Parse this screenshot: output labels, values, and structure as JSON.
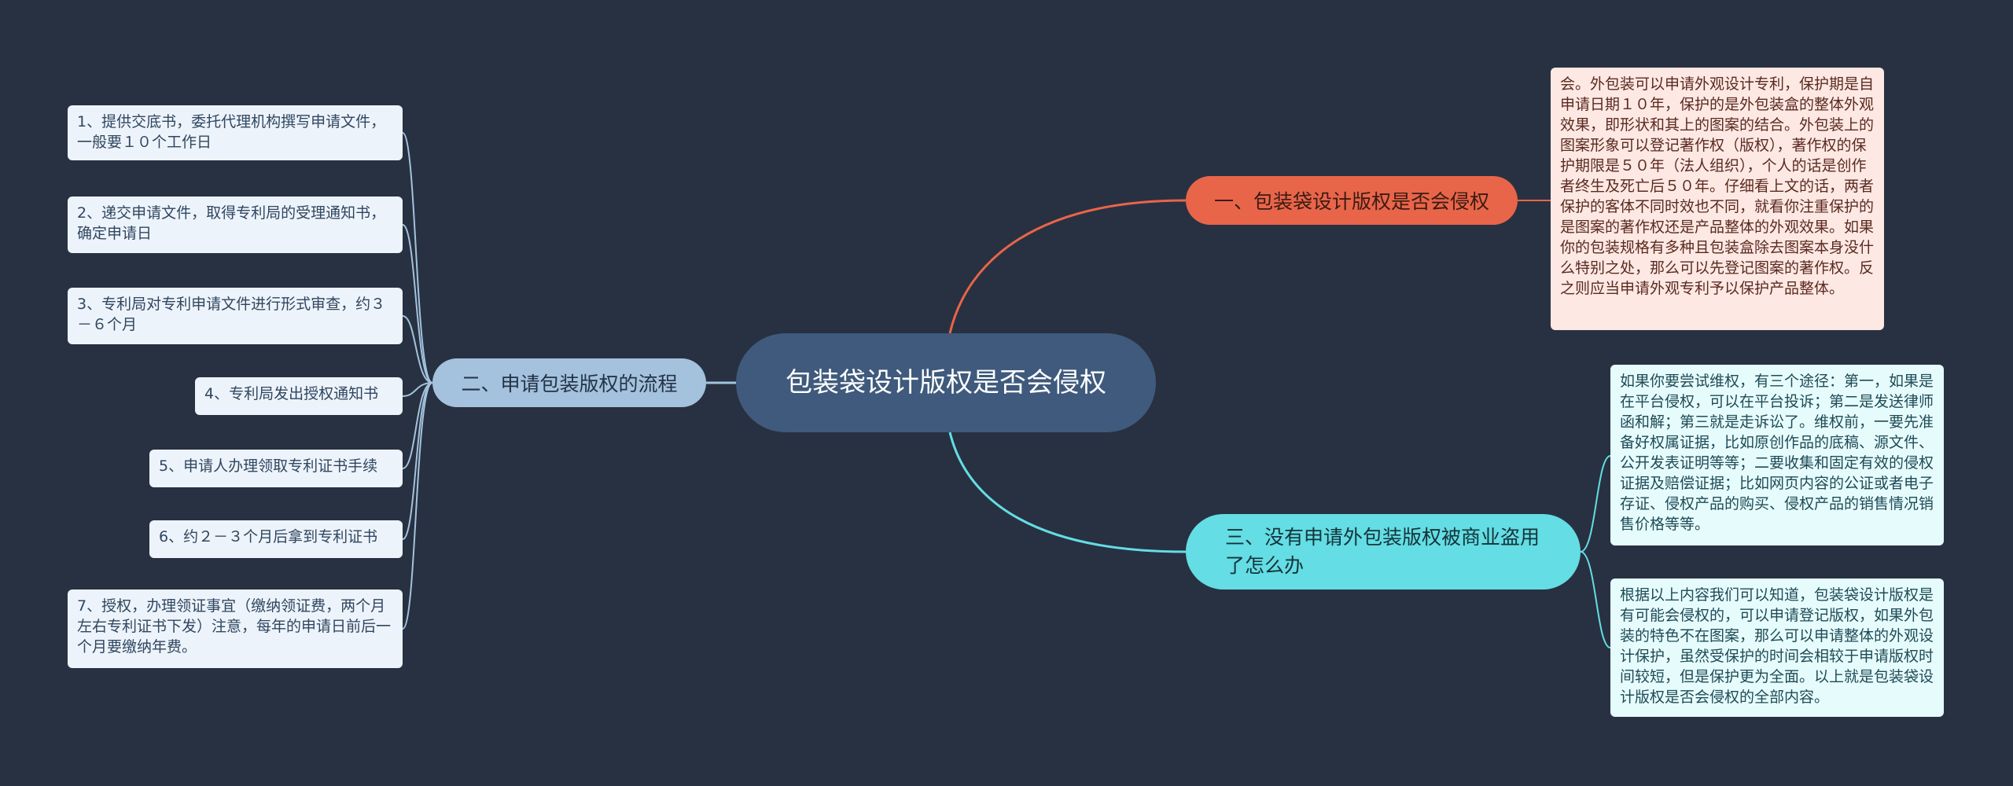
{
  "colors": {
    "background": "#283141",
    "center": "#3f5a7c",
    "branch_1": "#e8654a",
    "branch_2": "#a4c2dd",
    "branch_3": "#64dde4"
  },
  "center": {
    "title": "包装袋设计版权是否会侵权"
  },
  "branches": {
    "b1": {
      "label": "一、包装袋设计版权是否会侵权",
      "leaf": "会。外包装可以申请外观设计专利，保护期是自申请日期１０年，保护的是外包装盒的整体外观效果，即形状和其上的图案的结合。外包装上的图案形象可以登记著作权（版权），著作权的保护期限是５０年（法人组织），个人的话是创作者终生及死亡后５０年。仔细看上文的话，两者保护的客体不同时效也不同，就看你注重保护的是图案的著作权还是产品整体的外观效果。如果你的包装规格有多种且包装盒除去图案本身没什么特别之处，那么可以先登记图案的著作权。反之则应当申请外观专利予以保护产品整体。"
    },
    "b2": {
      "label": "二、申请包装版权的流程",
      "steps": [
        "1、提供交底书，委托代理机构撰写申请文件，一般要１０个工作日",
        "2、递交申请文件，取得专利局的受理通知书，确定申请日",
        "3、专利局对专利申请文件进行形式审查，约３－６个月",
        "4、专利局发出授权通知书",
        "5、申请人办理领取专利证书手续",
        "6、约２－３个月后拿到专利证书",
        "7、授权，办理领证事宜（缴纳领证费，两个月左右专利证书下发）注意，每年的申请日前后一个月要缴纳年费。"
      ]
    },
    "b3": {
      "label": "三、没有申请外包装版权被商业盗用了怎么办",
      "leaves": [
        "如果你要尝试维权，有三个途径：第一，如果是在平台侵权，可以在平台投诉；第二是发送律师函和解；第三就是走诉讼了。维权前，一要先准备好权属证据，比如原创作品的底稿、源文件、公开发表证明等等；二要收集和固定有效的侵权证据及赔偿证据；比如网页内容的公证或者电子存证、侵权产品的购买、侵权产品的销售情况销售价格等等。",
        "根据以上内容我们可以知道，包装袋设计版权是有可能会侵权的，可以申请登记版权，如果外包装的特色不在图案，那么可以申请整体的外观设计保护，虽然受保护的时间会相较于申请版权时间较短，但是保护更为全面。以上就是包装袋设计版权是否会侵权的全部内容。"
      ]
    }
  }
}
